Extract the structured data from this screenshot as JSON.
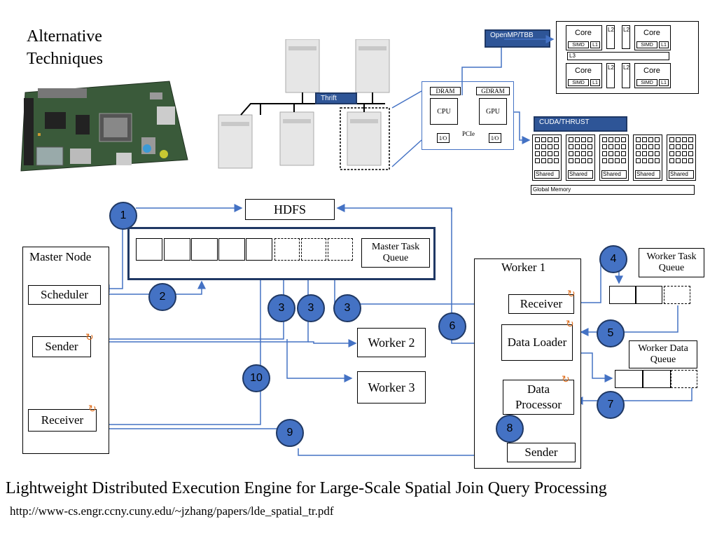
{
  "header": {
    "title_line1": "Alternative",
    "title_line2": "Techniques"
  },
  "cluster": {
    "label": "Thrift"
  },
  "cpu_gpu": {
    "dram": "DRAM",
    "gdram": "GDRAM",
    "cpu": "CPU",
    "gpu": "GPU",
    "io_left": "I/O",
    "io_right": "I/O",
    "pcie": "PCIe"
  },
  "openmp": {
    "label": "OpenMP/TBB",
    "cores": [
      "Core",
      "Core",
      "Core",
      "Core"
    ],
    "simd": "SIMD",
    "l1": "L1",
    "l2": "L2",
    "l3": "L3"
  },
  "cuda": {
    "label": "CUDA/THRUST",
    "shared": [
      "Shared",
      "Shared",
      "Shared",
      "Shared",
      "Shared"
    ],
    "global_memory": "Global Memory"
  },
  "diagram": {
    "hdfs": "HDFS",
    "master_node": "Master Node",
    "scheduler": "Scheduler",
    "sender": "Sender",
    "receiver": "Receiver",
    "master_task_queue": "Master Task Queue",
    "worker1": "Worker 1",
    "worker2": "Worker 2",
    "worker3": "Worker 3",
    "w1_receiver": "Receiver",
    "data_loader": "Data Loader",
    "data_processor": "Data Processor",
    "w1_sender": "Sender",
    "worker_task_queue": "Worker Task Queue",
    "worker_data_queue": "Worker Data Queue",
    "steps": [
      "1",
      "2",
      "3",
      "3",
      "3",
      "4",
      "5",
      "6",
      "7",
      "8",
      "9",
      "10"
    ]
  },
  "footer": {
    "title": "Lightweight Distributed Execution Engine for Large-Scale Spatial Join Query Processing",
    "url": "http://www-cs.engr.ccny.cuny.edu/~jzhang/papers/lde_spatial_tr.pdf"
  },
  "colors": {
    "step_circle": "#4472c4",
    "arrow": "#4472c4",
    "queue_border": "#1f3864",
    "label_bg": "#2e5597"
  }
}
